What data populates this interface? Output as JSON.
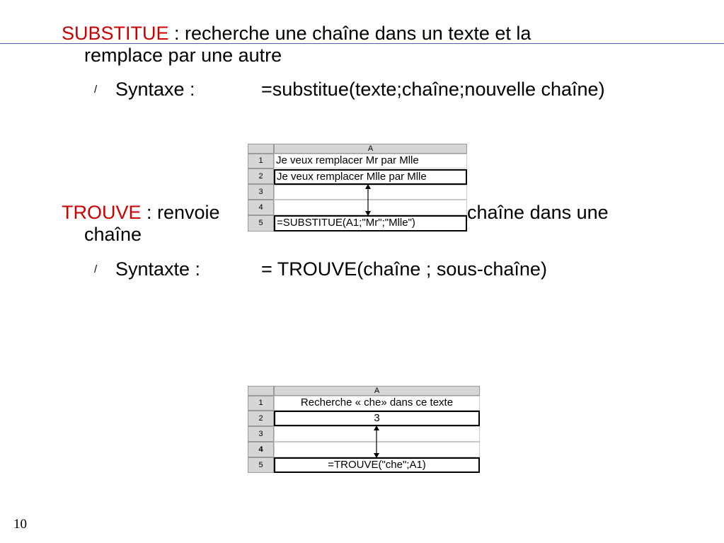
{
  "section1": {
    "keyword": "SUBSTITUE",
    "description_rest": " : recherche une chaîne dans un texte et la",
    "description_line2": "remplace par une autre",
    "bullet": "/",
    "syntax_label": "Syntaxe :",
    "syntax_formula": "=substitue(texte;chaîne;nouvelle chaîne)"
  },
  "section2": {
    "keyword": "TROUVE",
    "description_start": " : renvoie",
    "description_end": "chaîne dans une",
    "description_line2": "chaîne",
    "bullet": "/",
    "syntax_label": "Syntaxte :",
    "syntax_formula": "= TROUVE(chaîne ; sous-chaîne)"
  },
  "sheet1": {
    "column": "A",
    "rows": [
      "1",
      "2",
      "3",
      "4",
      "5"
    ],
    "cells": [
      "Je veux remplacer Mr par Mlle",
      "Je veux remplacer Mlle par Mlle",
      "",
      "",
      "=SUBSTITUE(A1;\"Mr\";\"Mlle\")"
    ]
  },
  "sheet2": {
    "column": "A",
    "rows": [
      "1",
      "2",
      "3",
      "4",
      "5"
    ],
    "cells": [
      "Recherche « che» dans ce texte",
      "3",
      "",
      "",
      "=TROUVE(\"che\";A1)"
    ]
  },
  "page_number": "10"
}
